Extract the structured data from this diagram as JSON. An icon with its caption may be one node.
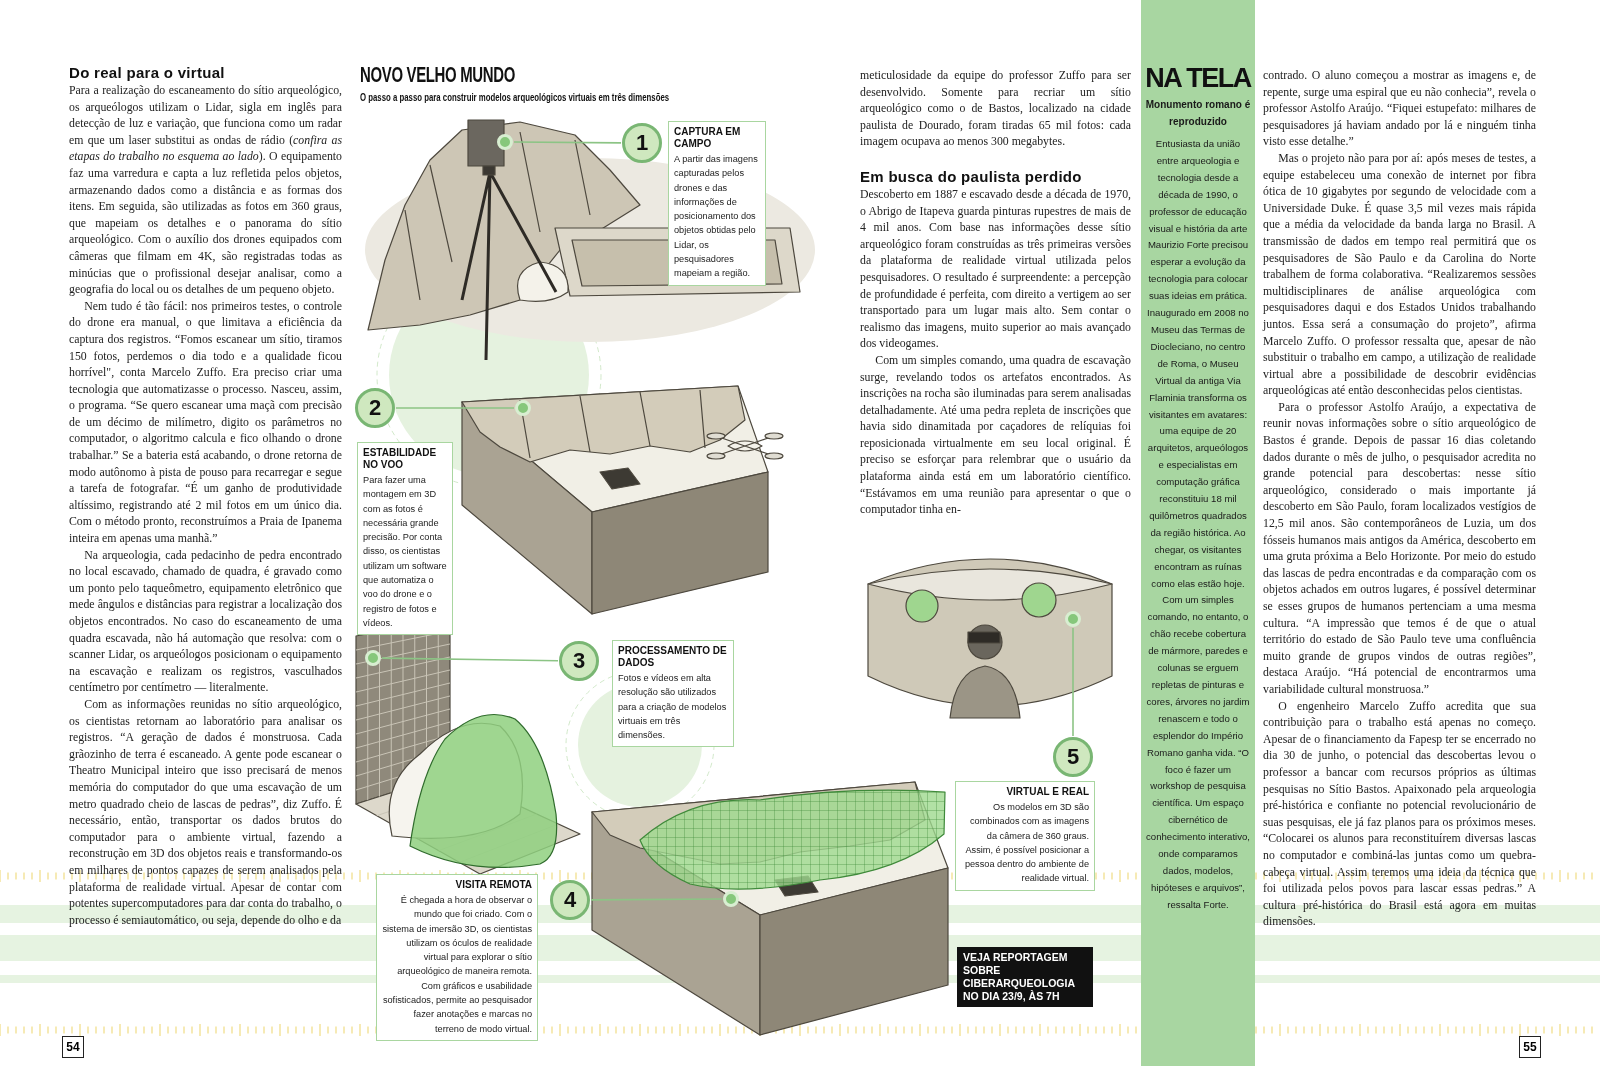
{
  "diagram": {
    "title": "NOVO VELHO MUNDO",
    "caption": "O passo a passo para construir modelos arqueológicos virtuais em três dimensões",
    "nodes": [
      {
        "text": [
          "CAPTURA EM CAMPO",
          "A partir das imagens capturadas pelos drones e das informações de posicionamento dos objetos obtidas pelo Lidar, os pesquisadores mapeiam a região."
        ]
      },
      {
        "text": [
          "1"
        ]
      },
      {
        "text": [],
        "shape": "circle"
      },
      {
        "text": [
          "2"
        ]
      },
      {
        "text": [],
        "shape": "circle"
      },
      {
        "text": [
          "ESTABILIDADE NO VOO",
          "Para fazer uma montagem em 3D com as fotos é necessária grande precisão. Por conta disso, os cientistas utilizam um software que automatiza o voo do drone e o registro de fotos e vídeos."
        ]
      },
      {
        "text": [
          "PROCESSAMENTO DE DADOS",
          "Fotos e vídeos em alta resolução são utilizados para a criação de modelos virtuais em três dimensões."
        ]
      },
      {
        "text": [
          "3"
        ]
      },
      {
        "text": [],
        "shape": "circle"
      },
      {
        "text": [
          "VISITA REMOTA",
          "É chegada a hora de observar o mundo que foi criado. Com o sistema de imersão 3D, os cientistas utilizam os óculos de realidade virtual para explorar o sítio arqueológico de maneira remota. Com gráficos e usabilidade sofisticados, permite ao pesquisador fazer anotações e marcas no terreno de modo virtual."
        ]
      },
      {
        "text": [
          "4"
        ]
      },
      {
        "text": [],
        "shape": "circle"
      },
      {
        "text": [
          "5"
        ]
      },
      {
        "text": [],
        "shape": "circle"
      },
      {
        "text": [
          "VIRTUAL E REAL",
          "Os modelos em 3D são combinados com as imagens da câmera de 360 graus. Assim, é possível posicionar a pessoa dentro do ambiente de realidade virtual."
        ]
      },
      {
        "text": [
          "VEJA REPORTAGEM SOBRE CIBERARQUEOLOGIA NO DIA 23/9, ÀS 7H"
        ]
      }
    ],
    "edges": [
      {
        "from": 1,
        "to": 2,
        "arrow": "none"
      },
      {
        "from": 3,
        "to": 4,
        "arrow": "none"
      },
      {
        "from": 7,
        "to": 8,
        "arrow": "none"
      },
      {
        "from": 10,
        "to": 11,
        "arrow": "none"
      },
      {
        "from": 12,
        "to": 13,
        "arrow": "none"
      }
    ],
    "labels": [
      "Do real para o virtual",
      "Para a realização do escaneamento do sítio arqueológico, os arqueólogos utilizam o Lidar, sigla em inglês para detecção de luz e variação, que funciona como um radar em que um laser substitui as ondas de rádio (*confira as etapas do trabalho no esquema ao lado*). O equipamento faz uma varredura e capta a luz refletida pelos objetos, armazenando dados como a distância e as formas dos itens. Em seguida, são utilizadas as fotos em 360 graus, que mapeiam os detalhes e o panorama do sítio arqueológico. Com o auxílio dos drones equipados com câmeras que filmam em 4K, são registradas todas as minúcias que o profissional desejar analisar, como a geografia do local ou os detalhes de um pequeno objeto.",
      "Nem tudo é tão fácil: nos primeiros testes, o controle do drone era manual, o que limitava a eficiência da captura dos registros. “Fomos escanear um sítio, tiramos 150 fotos, perdemos o dia todo e a qualidade ficou horrível\", conta Marcelo Zuffo. Era preciso criar uma tecnologia que automatizasse o processo. Nasceu, assim, o programa. “Se quero escanear uma maçã com precisão de um décimo de milímetro, digito os parâmetros no computador, o algoritmo calcula e fico olhando o drone trabalhar.” Se a bateria está acabando, o drone retorna de modo autônomo à pista de pouso para recarregar e segue a tarefa de fotografar. “É um ganho de produtividade altíssimo, registrando até 2 mil fotos em um único dia. Com o método pronto, reconstruímos a Praia de Ipanema inteira em apenas uma manhã.”",
      "Na arqueologia, cada pedacinho de pedra encontrado no local escavado, chamado de quadra, é gravado como um ponto pelo taqueômetro, equipamento eletrônico que mede ângulos e distâncias para registrar a localização dos objetos encontrados. No caso do escaneamento de uma quadra escavada, não há automação que resolva: com o scanner Lidar, os arqueólogos posicionam o equipamento na escavação e realizam os registros, vasculhados centímetro por centímetro — literalmente.",
      "Com as informações reunidas no sítio arqueológico, os cientistas retornam ao laboratório para analisar os registros. “A geração de dados é monstruosa. Cada grãozinho de terra é escaneado. A gente pode escanear o Theatro Municipal inteiro que isso precisará de menos memória do computador do que uma escavação de um metro quadrado cheio de lascas de pedras”, diz Zuffo. É necessário, então, transportar os dados brutos do computador para o ambiente virtual, fazendo a reconstrução em 3D dos objetos reais e transformando-os em milhares de pontos capazes de serem analisados pela plataforma de realidade virtual. Apesar de contar com potentes supercomputadores para dar conta do trabalho, o processo é semiautomático, ou seja, depende do olho e da",
      "54",
      "meticulosidade da equipe do professor Zuffo para ser desenvolvido. Somente para recriar um sítio arqueológico como o de Bastos, localizado na cidade paulista de Dourado, foram tiradas 65 mil fotos: cada imagem ocupava ao menos 300 megabytes.",
      "Em busca do paulista perdido",
      "Descoberto em 1887 e escavado desde a década de 1970, o Abrigo de Itapeva guarda pinturas rupestres de mais de 4 mil anos. Com base nas informações desse sítio arqueológico foram construídas as três primeiras versões da plataforma de realidade virtual utilizada pelos pesquisadores. O resultado é surpreendente: a percepção de profundidade é perfeita, com direito a vertigem ao ser transportado para um lugar mais alto. Sem contar o realismo das imagens, muito superior ao mais avançado dos videogames.",
      "Com um simples comando, uma quadra de escavação surge, revelando todos os artefatos encontrados. As inscrições na rocha são iluminadas para serem analisadas detalhadamente. Até uma pedra repleta de inscrições que havia sido dinamitada por caçadores de relíquias foi reposicionada virtualmente em seu local original. É preciso se esforçar para relembrar que o usuário da plataforma ainda está em um laboratório científico. “Estávamos em uma reunião para apresentar o que o computador tinha en-",
      "NA TELA",
      "Monumento romano é reproduzido",
      "Entusiasta da união entre arqueologia e tecnologia desde a década de 1990, o professor de educação visual e história da arte Maurizio Forte precisou esperar a evolução da tecnologia para colocar suas ideias em prática. Inaugurado em 2008 no Museu das Termas de Diocleciano, no centro de Roma, o Museu Virtual da antiga Via Flaminia transforma os visitantes em avatares: uma equipe de 20 arquitetos, arqueólogos e especialistas em computação gráfica reconstituiu 18 mil quilômetros quadrados da região histórica. Ao chegar, os visitantes encontram as ruínas como elas estão hoje. Com um simples comando, no entanto, o chão recebe cobertura de mármore, paredes e colunas se erguem repletas de pinturas e cores, árvores no jardim renascem e todo o esplendor do Império Romano ganha vida. “O foco é fazer um workshop de pesquisa científica. Um espaço cibernético de conhecimento interativo, onde comparamos dados, modelos, hipóteses e arquivos”, ressalta Forte.",
      "contrado. O aluno começou a mostrar as imagens e, de repente, surge uma espiral que eu não conhecia”, revela o professor Astolfo Araújo. “Fiquei estupefato: milhares de pesquisadores já haviam andado por lá e ninguém tinha visto esse detalhe.”",
      "Mas o projeto não para por aí: após meses de testes, a equipe estabeleceu uma conexão de internet por fibra ótica de 10 gigabytes por segundo de velocidade com a Universidade Duke. É quase 3,5 mil vezes mais rápida que a média da velocidade da banda larga no Brasil. A transmissão de dados em tempo real permitirá que os pesquisadores de São Paulo e da Carolina do Norte trabalhem de forma colaborativa. “Realizaremos sessões multidisciplinares de análise arqueológica com pesquisadores daqui e dos Estados Unidos trabalhando juntos. Essa será a consumação do projeto”, afirma Marcelo Zuffo. O professor ressalta que, apesar de não substituir o trabalho em campo, a utilização de realidade virtual abre a possibilidade de descobrir evidências arqueológicas até então desconhecidas pelos cientistas.",
      "Para o professor Astolfo Araújo, a expectativa de reunir novas informações sobre o sítio arqueológico de Bastos é grande. Depois de passar 16 dias coletando dados durante o mês de julho, o pesquisador acredita no grande potencial para descobertas: nesse sítio arqueológico, considerado o mais importante já descoberto em São Paulo, foram localizados vestígios de 12,5 mil anos. São contemporâneos de Luzia, um dos fósseis humanos mais antigos da América, descoberto em uma gruta próxima a Belo Horizonte. Por meio do estudo das lascas de pedra encontradas e da comparação com os objetos achados em outros lugares, é possível determinar se esses grupos de humanos pertenciam a uma mesma cultura. “A impressão que temos é de que o atual território do estado de São Paulo teve uma confluência muito grande de grupos vindos de outras regiões”, destaca Araújo. “Há potencial de encontrarmos uma variabilidade cultural monstruosa.”",
      "O engenheiro Marcelo Zuffo acredita que sua contribuição para o trabalho está apenas no começo. Apesar de o financiamento da Fapesp ter se encerrado no dia 30 de junho, o potencial das descobertas levou o professor a bancar com recursos próprios as últimas pesquisas no Sítio Bastos. Apaixonado pela arqueologia pré-histórica e confiante no potencial revolucionário de suas pesquisas, ele já faz planos para os próximos meses. “Colocarei os alunos para reconstituírem diversas lascas no computador e combiná-las juntas como um quebra-cabeça virtual. Assim teremos uma ideia da técnica que foi utilizada pelos povos para lascar essas pedras.” A cultura pré-histórica do Brasil está agora em muitas dimensões.",
      "55"
    ]
  }
}
